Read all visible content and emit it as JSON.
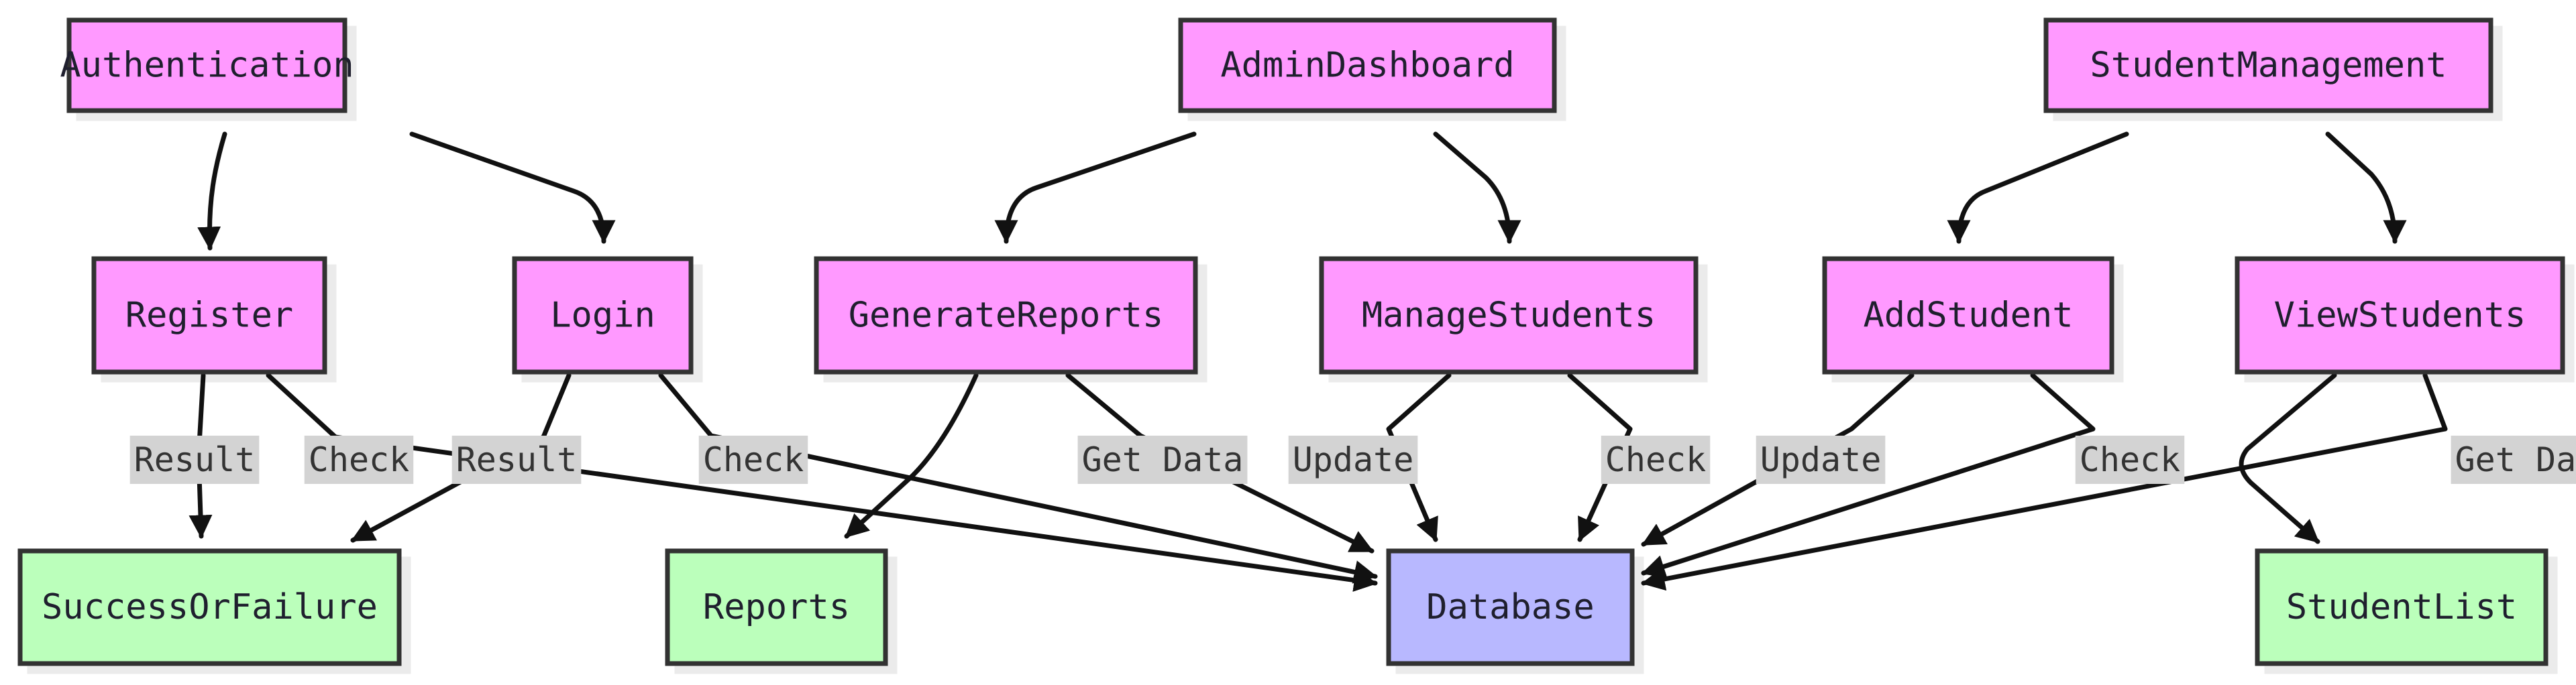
{
  "colors": {
    "process_fill": "#ff99ff",
    "output_fill": "#bbffbb",
    "database_fill": "#b8b8ff",
    "label_bg": "#d3d3d3"
  },
  "nodes": [
    {
      "id": "authentication",
      "label": "Authentication",
      "kind": "process"
    },
    {
      "id": "admin-dashboard",
      "label": "AdminDashboard",
      "kind": "process"
    },
    {
      "id": "student-management",
      "label": "StudentManagement",
      "kind": "process"
    },
    {
      "id": "register",
      "label": "Register",
      "kind": "process"
    },
    {
      "id": "login",
      "label": "Login",
      "kind": "process"
    },
    {
      "id": "generate-reports",
      "label": "GenerateReports",
      "kind": "process"
    },
    {
      "id": "manage-students",
      "label": "ManageStudents",
      "kind": "process"
    },
    {
      "id": "add-student",
      "label": "AddStudent",
      "kind": "process"
    },
    {
      "id": "view-students",
      "label": "ViewStudents",
      "kind": "process"
    },
    {
      "id": "success-or-failure",
      "label": "SuccessOrFailure",
      "kind": "output"
    },
    {
      "id": "reports",
      "label": "Reports",
      "kind": "output"
    },
    {
      "id": "database",
      "label": "Database",
      "kind": "database"
    },
    {
      "id": "student-list",
      "label": "StudentList",
      "kind": "output"
    }
  ],
  "edges": [
    {
      "from": "authentication",
      "to": "register",
      "label": ""
    },
    {
      "from": "authentication",
      "to": "login",
      "label": ""
    },
    {
      "from": "admin-dashboard",
      "to": "generate-reports",
      "label": ""
    },
    {
      "from": "admin-dashboard",
      "to": "manage-students",
      "label": ""
    },
    {
      "from": "student-management",
      "to": "add-student",
      "label": ""
    },
    {
      "from": "student-management",
      "to": "view-students",
      "label": ""
    },
    {
      "from": "register",
      "to": "success-or-failure",
      "label": "Result"
    },
    {
      "from": "register",
      "to": "database",
      "label": "Check"
    },
    {
      "from": "login",
      "to": "success-or-failure",
      "label": "Result"
    },
    {
      "from": "login",
      "to": "database",
      "label": "Check"
    },
    {
      "from": "generate-reports",
      "to": "reports",
      "label": ""
    },
    {
      "from": "generate-reports",
      "to": "database",
      "label": "Get Data"
    },
    {
      "from": "manage-students",
      "to": "database",
      "label": "Update"
    },
    {
      "from": "manage-students",
      "to": "database",
      "label": "Check"
    },
    {
      "from": "add-student",
      "to": "database",
      "label": "Update"
    },
    {
      "from": "add-student",
      "to": "database",
      "label": "Check"
    },
    {
      "from": "view-students",
      "to": "student-list",
      "label": ""
    },
    {
      "from": "view-students",
      "to": "database",
      "label": "Get Data"
    }
  ]
}
